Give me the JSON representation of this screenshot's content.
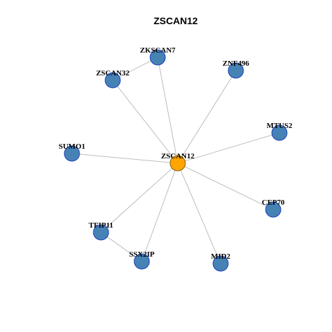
{
  "title": "ZSCAN12",
  "colors": {
    "center_node": "#FFA500",
    "neighbor_node": "#4682B4",
    "edge": "#B5B5B5"
  },
  "center": "ZSCAN12",
  "nodes": [
    {
      "id": "ZSCAN12",
      "label": "ZSCAN12",
      "role": "center"
    },
    {
      "id": "ZKSCAN7",
      "label": "ZKSCAN7",
      "role": "neighbor"
    },
    {
      "id": "ZSCAN32",
      "label": "ZSCAN32",
      "role": "neighbor"
    },
    {
      "id": "ZNF496",
      "label": "ZNF496",
      "role": "neighbor"
    },
    {
      "id": "MTUS2",
      "label": "MTUS2",
      "role": "neighbor"
    },
    {
      "id": "SUMO1",
      "label": "SUMO1",
      "role": "neighbor"
    },
    {
      "id": "CEP70",
      "label": "CEP70",
      "role": "neighbor"
    },
    {
      "id": "TFIP11",
      "label": "TFIP11",
      "role": "neighbor"
    },
    {
      "id": "SSX2IP",
      "label": "SSX2IP",
      "role": "neighbor"
    },
    {
      "id": "MID2",
      "label": "MID2",
      "role": "neighbor"
    }
  ],
  "edges": [
    [
      "ZSCAN12",
      "ZKSCAN7"
    ],
    [
      "ZSCAN12",
      "ZSCAN32"
    ],
    [
      "ZSCAN12",
      "ZNF496"
    ],
    [
      "ZSCAN12",
      "MTUS2"
    ],
    [
      "ZSCAN12",
      "SUMO1"
    ],
    [
      "ZSCAN12",
      "CEP70"
    ],
    [
      "ZSCAN12",
      "TFIP11"
    ],
    [
      "ZSCAN12",
      "SSX2IP"
    ],
    [
      "ZSCAN12",
      "MID2"
    ],
    [
      "ZKSCAN7",
      "ZSCAN32"
    ],
    [
      "TFIP11",
      "SSX2IP"
    ]
  ]
}
